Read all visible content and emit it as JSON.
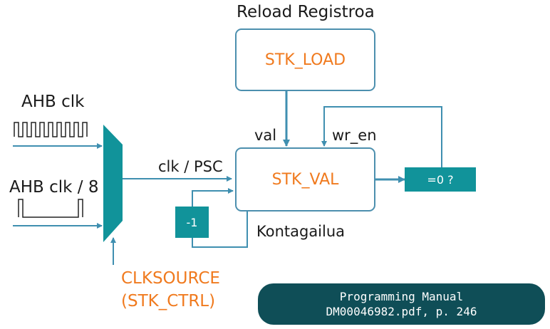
{
  "reload": {
    "title": "Reload Registroa",
    "box_label": "STK_LOAD"
  },
  "val_box": {
    "label": "STK_VAL"
  },
  "signals": {
    "val": "val",
    "wr_en": "wr_en",
    "clk_psc": "clk / PSC",
    "counter": "Kontagailua"
  },
  "inputs": {
    "ahb": "AHB clk",
    "ahb_div8": "AHB clk / 8"
  },
  "decrement": {
    "label": "-1"
  },
  "compare": {
    "label": "=0 ?"
  },
  "clksource": {
    "line1": "CLKSOURCE",
    "line2": "(STK_CTRL)"
  },
  "reference": {
    "line1": "Programming Manual",
    "line2": "DM00046982.pdf, p. 246"
  },
  "colors": {
    "line": "#3f8fb0",
    "accent": "#f07a1e",
    "teal": "#11939a",
    "pill": "#0f4e57"
  }
}
